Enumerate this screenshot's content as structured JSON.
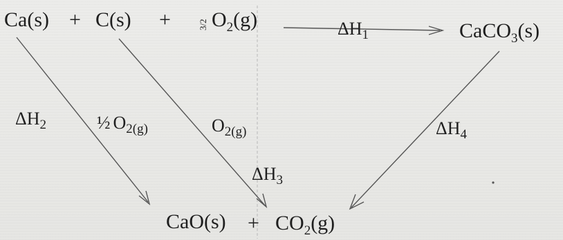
{
  "reactants": {
    "calcium": "Ca(s)",
    "plus1": "+",
    "carbon": "C(s)",
    "plus2": "+",
    "oxygen_coeff": "3/2",
    "oxygen_base": "O",
    "oxygen_sub": "2",
    "oxygen_state": "(g)"
  },
  "product_top": {
    "base": "CaCO",
    "sub": "3",
    "state": "(s)"
  },
  "products_bottom": {
    "cao": "CaO(s)",
    "plus": "+",
    "co2_base": "CO",
    "co2_sub": "2",
    "co2_state": "(g)"
  },
  "labels": {
    "dh1_delta": "ΔH",
    "dh1_sub": "1",
    "dh2_delta": "ΔH",
    "dh2_sub": "2",
    "dh3_delta": "ΔH",
    "dh3_sub": "3",
    "dh4_delta": "ΔH",
    "dh4_sub": "4",
    "half_o2_coeff": "½",
    "half_o2_base": "O",
    "half_o2_sub": "2(g)",
    "o2_base": "O",
    "o2_sub": "2(g)"
  }
}
